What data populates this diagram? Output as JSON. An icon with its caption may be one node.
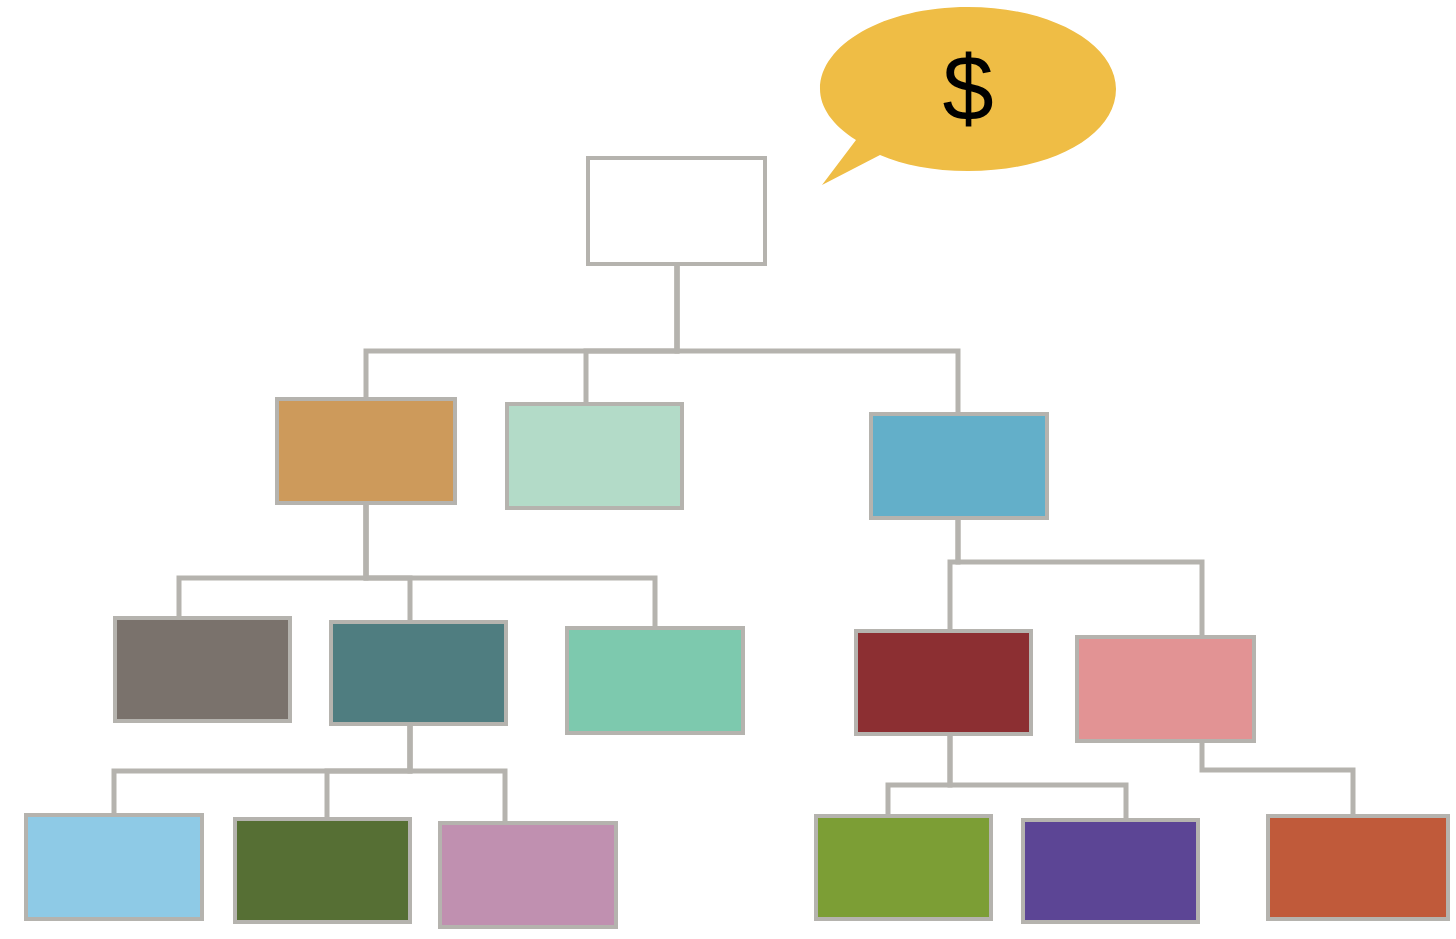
{
  "diagram": {
    "nodes": [
      {
        "text": [
          "$"
        ]
      },
      {
        "text": [],
        "shape": "box"
      },
      {
        "text": [],
        "shape": "box"
      },
      {
        "text": [],
        "shape": "box"
      },
      {
        "text": [],
        "shape": "box"
      },
      {
        "text": [],
        "shape": "box"
      },
      {
        "text": [],
        "shape": "box"
      },
      {
        "text": [],
        "shape": "box"
      },
      {
        "text": [],
        "shape": "box"
      },
      {
        "text": [],
        "shape": "box"
      },
      {
        "text": [],
        "shape": "box"
      },
      {
        "text": [],
        "shape": "box"
      },
      {
        "text": [],
        "shape": "box"
      },
      {
        "text": [],
        "shape": "box"
      },
      {
        "text": [],
        "shape": "box"
      },
      {
        "text": [],
        "shape": "box"
      }
    ],
    "edges": [
      {
        "from": 1,
        "to": 2,
        "arrow": "none"
      },
      {
        "from": 1,
        "to": 3,
        "arrow": "none"
      },
      {
        "from": 1,
        "to": 4,
        "arrow": "none"
      },
      {
        "from": 2,
        "to": 5,
        "arrow": "none"
      },
      {
        "from": 2,
        "to": 6,
        "arrow": "none"
      },
      {
        "from": 2,
        "to": 7,
        "arrow": "none"
      },
      {
        "from": 4,
        "to": 8,
        "arrow": "none"
      },
      {
        "from": 4,
        "to": 9,
        "arrow": "none"
      },
      {
        "from": 6,
        "to": 10,
        "arrow": "none"
      },
      {
        "from": 6,
        "to": 11,
        "arrow": "none"
      },
      {
        "from": 6,
        "to": 12,
        "arrow": "none"
      },
      {
        "from": 8,
        "to": 13,
        "arrow": "none"
      },
      {
        "from": 8,
        "to": 14,
        "arrow": "none"
      },
      {
        "from": 9,
        "to": 15,
        "arrow": "none"
      }
    ]
  }
}
